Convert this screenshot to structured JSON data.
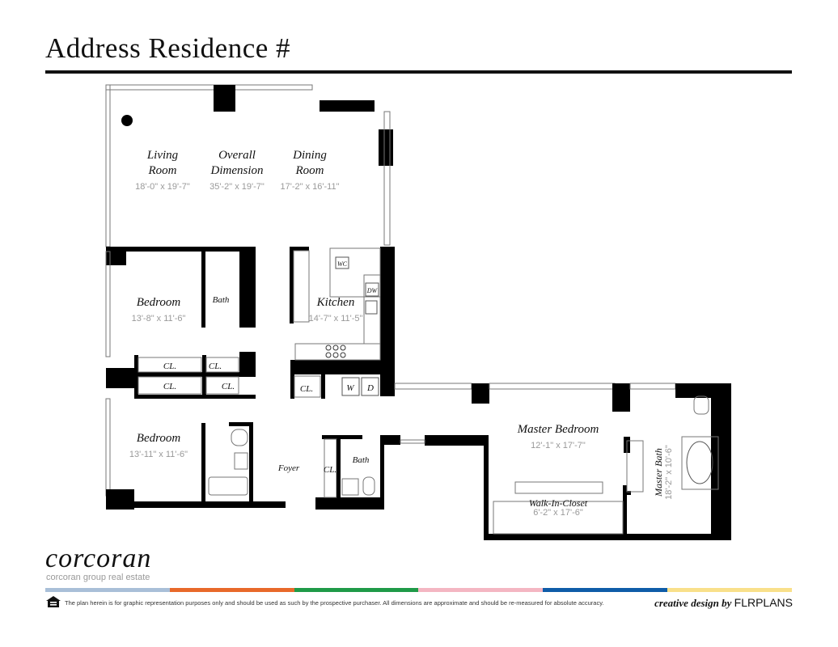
{
  "header": {
    "title": "Address Residence #"
  },
  "rooms": {
    "living": {
      "name_line1": "Living",
      "name_line2": "Room",
      "dimensions": "18'-0\" x 19'-7\""
    },
    "overall": {
      "name_line1": "Overall",
      "name_line2": "Dimension",
      "dimensions": "35'-2\" x 19'-7\""
    },
    "dining": {
      "name_line1": "Dining",
      "name_line2": "Room",
      "dimensions": "17'-2\" x 16'-11\""
    },
    "bedroom1": {
      "name": "Bedroom",
      "dimensions": "13'-8\" x 11'-6\""
    },
    "bath1": {
      "name": "Bath"
    },
    "kitchen": {
      "name": "Kitchen",
      "dimensions": "14'-7\" x 11'-5\""
    },
    "bedroom2": {
      "name": "Bedroom",
      "dimensions": "13'-11\" x 11'-6\""
    },
    "foyer": {
      "name": "Foyer"
    },
    "bath2": {
      "name": "Bath"
    },
    "master_bedroom": {
      "name": "Master Bedroom",
      "dimensions": "12'-1\" x 17'-7\""
    },
    "walk_in_closet": {
      "name": "Walk-In-Closet",
      "dimensions": "6'-2\" x 17'-6\""
    },
    "master_bath": {
      "name": "Master Bath",
      "dimensions": "18'-2\" x 10'-6\""
    }
  },
  "fixtures": {
    "closet": "CL.",
    "wc": "WC",
    "dw": "DW",
    "washer": "W",
    "dryer": "D"
  },
  "footer": {
    "brand": "corcoran",
    "brand_sub": "corcoran group real estate",
    "stripe_colors": [
      "#a9bfd8",
      "#e8692a",
      "#1f9a48",
      "#f4b6c2",
      "#0f5ca8",
      "#f9e08a"
    ],
    "disclaimer": "The plan herein is for graphic representation purposes only and should be used as such by the prospective purchaser. All dimensions are approximate and should be re-measured for absolute accuracy.",
    "credit_prefix": "creative design by",
    "credit_brand": "FLRPLANS",
    "equal_housing_icon": "equal-housing-icon"
  }
}
